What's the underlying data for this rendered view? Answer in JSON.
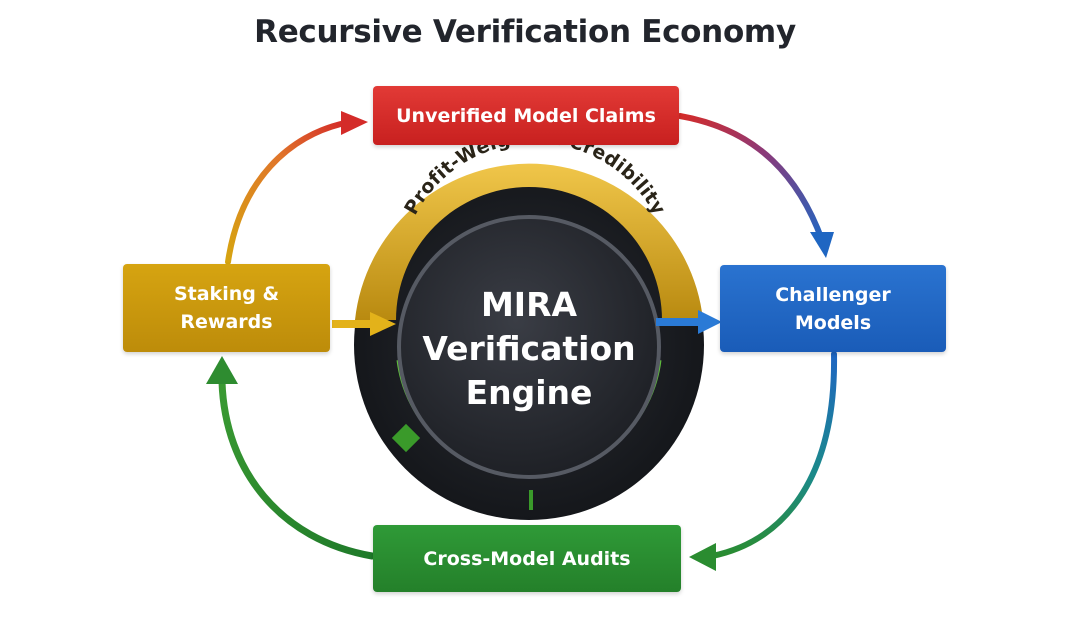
{
  "title": "Recursive Verification Economy",
  "nodes": {
    "top": "Unverified Model Claims",
    "right": "Challenger\nModels",
    "bottom": "Cross-Model Audits",
    "left": "Staking &\nRewards"
  },
  "center": {
    "arc_label": "Profit-Weighted Credibility",
    "line1": "MIRA",
    "line2": "Verification",
    "line3": "Engine"
  },
  "colors": {
    "red": "#d42b29",
    "blue": "#1f66c2",
    "green": "#2a8c30",
    "gold": "#c99a0f",
    "core": "#2b2e35"
  },
  "flow": [
    "top",
    "right",
    "bottom",
    "left",
    "top"
  ]
}
